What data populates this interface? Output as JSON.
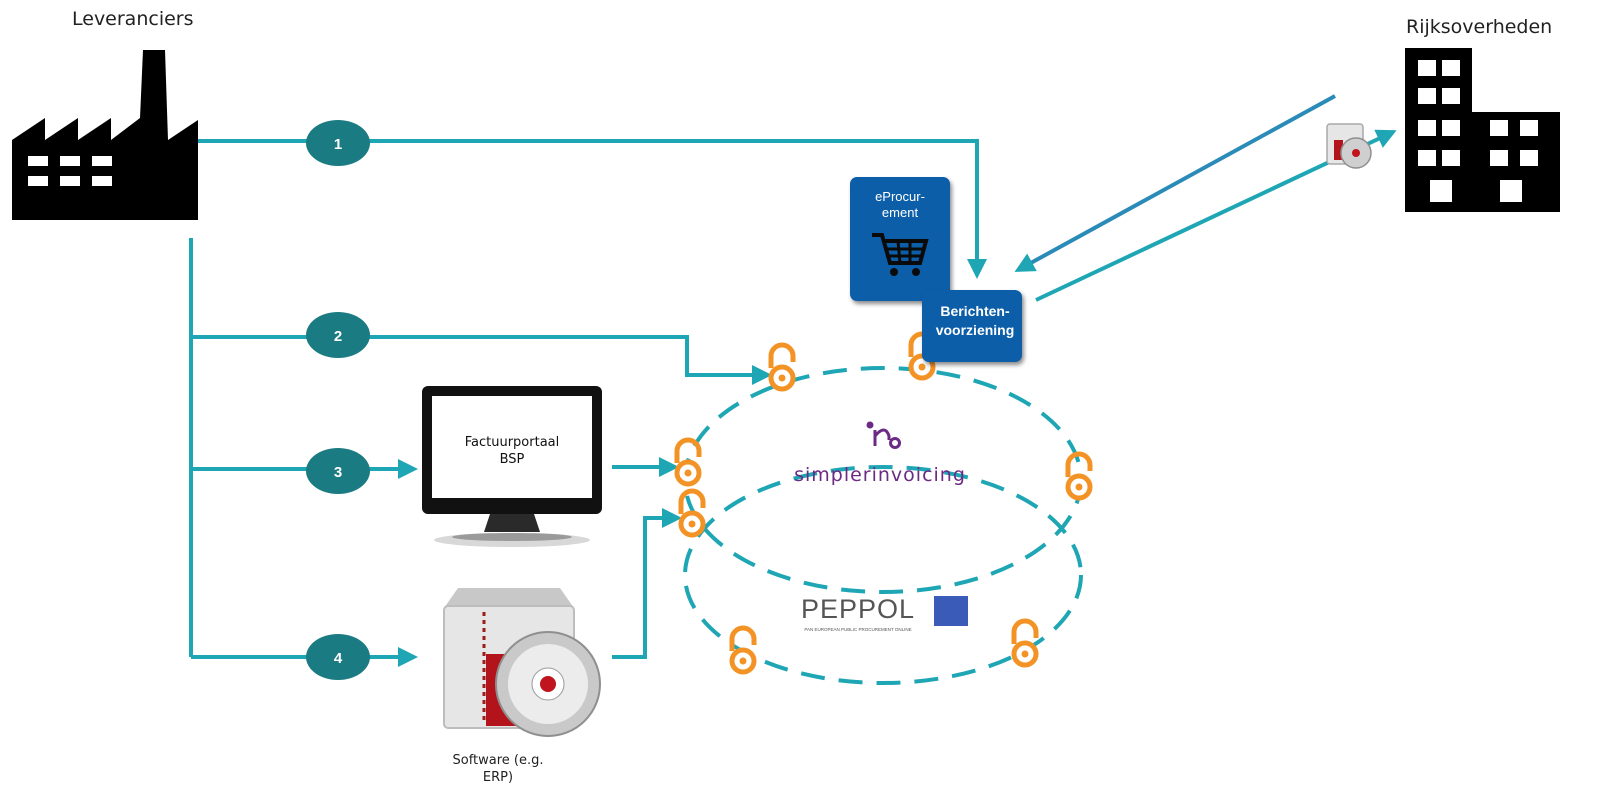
{
  "actors": {
    "suppliers": "Leveranciers",
    "government": "Rijksoverheden"
  },
  "steps": [
    {
      "number": "1"
    },
    {
      "number": "2"
    },
    {
      "number": "3"
    },
    {
      "number": "4"
    }
  ],
  "nodes": {
    "eprocurement": [
      "eProcur-",
      "ement"
    ],
    "berichten": [
      "Berichten-",
      "voorziening"
    ],
    "portal": [
      "Factuurportaal",
      "BSP"
    ],
    "software": [
      "Software (e.g.",
      "ERP)"
    ]
  },
  "networks": {
    "simplerinvoicing": "simplerinvoicing",
    "peppol": "PEPPOL",
    "peppol_tagline": "PAN EUROPEAN PUBLIC PROCUREMENT ONLINE"
  },
  "colors": {
    "flow": "#1fa6b5",
    "step_badge": "#1b7b82",
    "box": "#0c5ea8",
    "lock": "#f39325",
    "network_ring": "#1fa6b5",
    "simplerinvoicing": "#6b2a83",
    "peppol_text": "#555555",
    "peppol_flag": "#3a5cb8"
  },
  "icons": {
    "factory": "factory-icon",
    "building": "office-building-icon",
    "cart": "shopping-cart-icon",
    "monitor": "monitor-icon",
    "software": "software-package-icon",
    "lock": "open-access-lock-icon"
  }
}
